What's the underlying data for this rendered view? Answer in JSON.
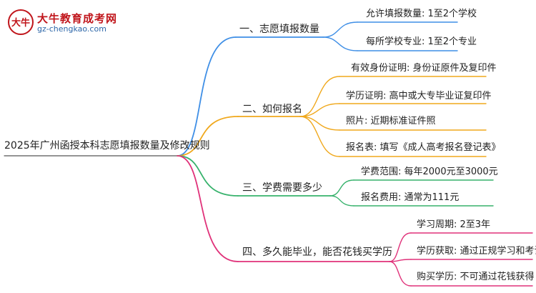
{
  "logo": {
    "title": "大牛教育成考网",
    "url": "gz-chengkao.com",
    "mark_text": "大牛"
  },
  "root": {
    "label": "2025年广州函授本科志愿填报数量及修改规则"
  },
  "branches": [
    {
      "label": "一、志愿填报数量",
      "color": "#3f8fe6",
      "children": [
        {
          "label": "允许填报数量: 1至2个学校"
        },
        {
          "label": "每所学校专业: 1至2个专业"
        }
      ]
    },
    {
      "label": "二、如何报名",
      "color": "#f0a81c",
      "children": [
        {
          "label": "有效身份证明: 身份证原件及复印件"
        },
        {
          "label": "学历证明: 高中或大专毕业证复印件"
        },
        {
          "label": "照片: 近期标准证件照"
        },
        {
          "label": "报名表: 填写《成人高考报名登记表》"
        }
      ]
    },
    {
      "label": "三、学费需要多少",
      "color": "#37b26c",
      "children": [
        {
          "label": "学费范围: 每年2000元至3000元"
        },
        {
          "label": "报名费用: 通常为111元"
        }
      ]
    },
    {
      "label": "四、多久能毕业，能否花钱买学历",
      "color": "#e0327a",
      "children": [
        {
          "label": "学习周期: 2至3年"
        },
        {
          "label": "学历获取: 通过正规学习和考试"
        },
        {
          "label": "购买学历: 不可通过花钱获得"
        }
      ]
    }
  ]
}
